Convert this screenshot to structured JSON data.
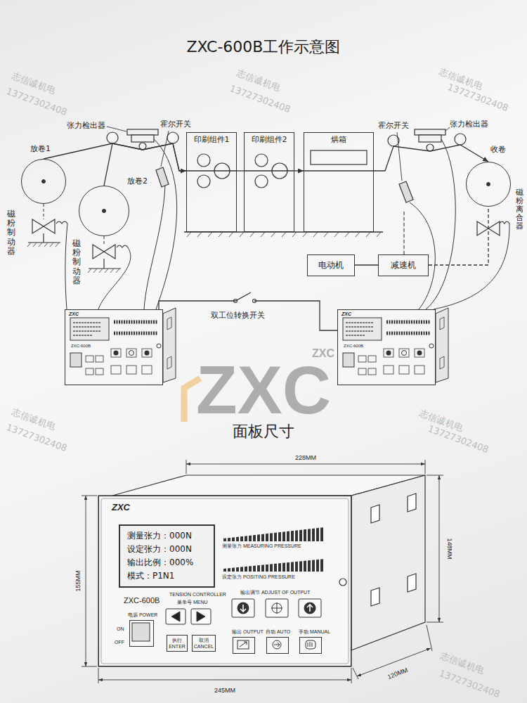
{
  "diagram": {
    "title": "ZXC-600B工作示意图",
    "nodes": [
      {
        "text": [
          "放卷1"
        ]
      },
      {
        "text": [
          "放卷2"
        ]
      },
      {
        "text": [
          "印刷组件1"
        ]
      },
      {
        "text": [
          "印刷组件2"
        ]
      },
      {
        "text": [
          "烘箱"
        ]
      },
      {
        "text": [
          "收卷"
        ]
      },
      {
        "text": [
          "电动机"
        ]
      },
      {
        "text": [
          "减速机"
        ]
      },
      {
        "text": [
          "ZXC",
          "ZXC-600B"
        ]
      },
      {
        "text": [
          "ZXC",
          "ZXC-600B"
        ]
      },
      {
        "text": [
          "ZXC",
          "ZXC-600B",
          "TENSION CONTROLLER"
        ]
      },
      {
        "text": [
          "测量张力：000N",
          "设定张力：000N",
          "输出比例：000%",
          "模式：P1N1"
        ],
        "in": 10
      },
      {
        "text": [
          "电源 POWER"
        ],
        "in": 10
      },
      {
        "text": [
          "执行 ENTER"
        ],
        "in": 10
      },
      {
        "text": [
          "取消 CANCEL"
        ],
        "in": 10
      },
      {
        "text": [
          "输出 OUTPUT"
        ],
        "in": 10
      },
      {
        "text": [
          "自动 AUTO"
        ],
        "in": 10
      },
      {
        "text": [
          "手动 MANUAL"
        ],
        "in": 10
      }
    ],
    "edges": [
      {
        "from": 0,
        "to": 2,
        "arrow": "to"
      },
      {
        "from": 1,
        "to": 2,
        "arrow": "none"
      },
      {
        "from": 2,
        "to": 3,
        "arrow": "none"
      },
      {
        "from": 3,
        "to": 4,
        "arrow": "to"
      },
      {
        "from": 4,
        "to": 5,
        "arrow": "to"
      },
      {
        "from": 6,
        "to": 7,
        "arrow": "none"
      },
      {
        "from": 7,
        "to": 5,
        "arrow": "none"
      },
      {
        "from": 8,
        "to": 9,
        "arrow": "none"
      }
    ],
    "labels": [
      "张力检出器",
      "霍尔开关",
      "磁粉制动器",
      "磁粉制动器",
      "霍尔开关",
      "张力检出器",
      "磁粉离合器",
      "双工位转换开关",
      "面板尺寸",
      "测量张力 MEASURING PRESSURE",
      "设定张力 POSITING PRESSURE",
      "菜单号 MENU",
      "ON",
      "OFF",
      "输出调节 ADJUST OF OUTPUT",
      "228MM",
      "148MM",
      "155MM",
      "120MM",
      "245MM",
      "ZXC",
      "ZXC",
      "志信诚机电",
      "13727302408",
      "志信诚机电",
      "13727302408",
      "志信诚机电",
      "13727302408",
      "志信诚机电",
      "13727302408",
      "志信诚机电",
      "13727302408",
      "志信诚机电",
      "13727302408"
    ]
  }
}
